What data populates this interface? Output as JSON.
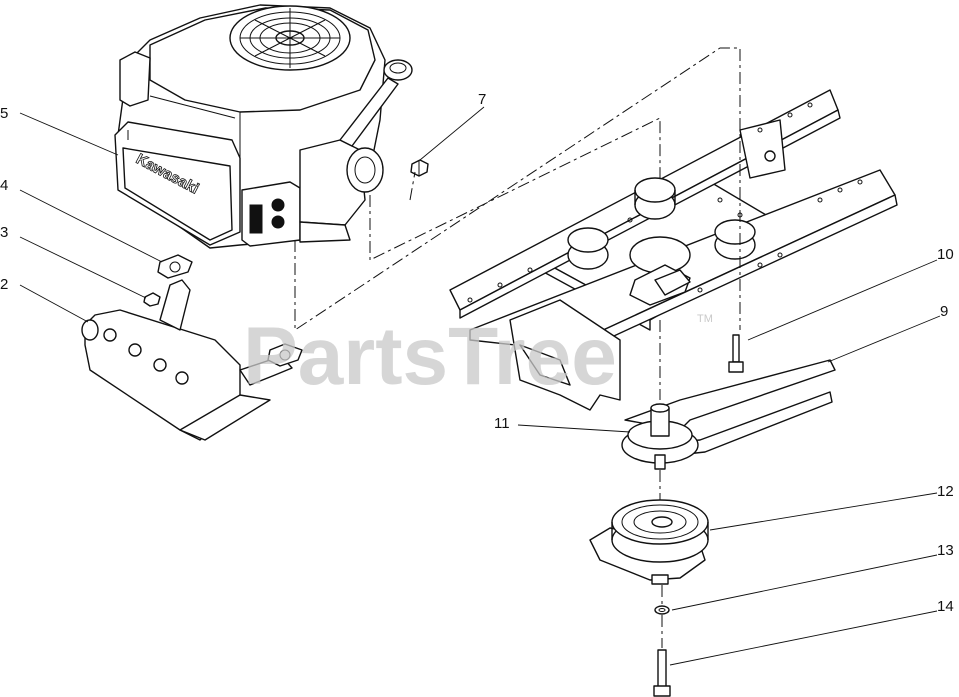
{
  "watermark": {
    "text": "PartsTree",
    "trademark": "TM"
  },
  "engine_brand": "Kawasaki",
  "callouts": [
    {
      "id": "2",
      "label": "2"
    },
    {
      "id": "3",
      "label": "3"
    },
    {
      "id": "4",
      "label": "4"
    },
    {
      "id": "5",
      "label": "5"
    },
    {
      "id": "7",
      "label": "7"
    },
    {
      "id": "9",
      "label": "9"
    },
    {
      "id": "10",
      "label": "10"
    },
    {
      "id": "11",
      "label": "11"
    },
    {
      "id": "12",
      "label": "12"
    },
    {
      "id": "13",
      "label": "13"
    },
    {
      "id": "14",
      "label": "14"
    }
  ],
  "colors": {
    "line": "#111111",
    "watermark": "#c9c9c9",
    "background": "#ffffff"
  }
}
